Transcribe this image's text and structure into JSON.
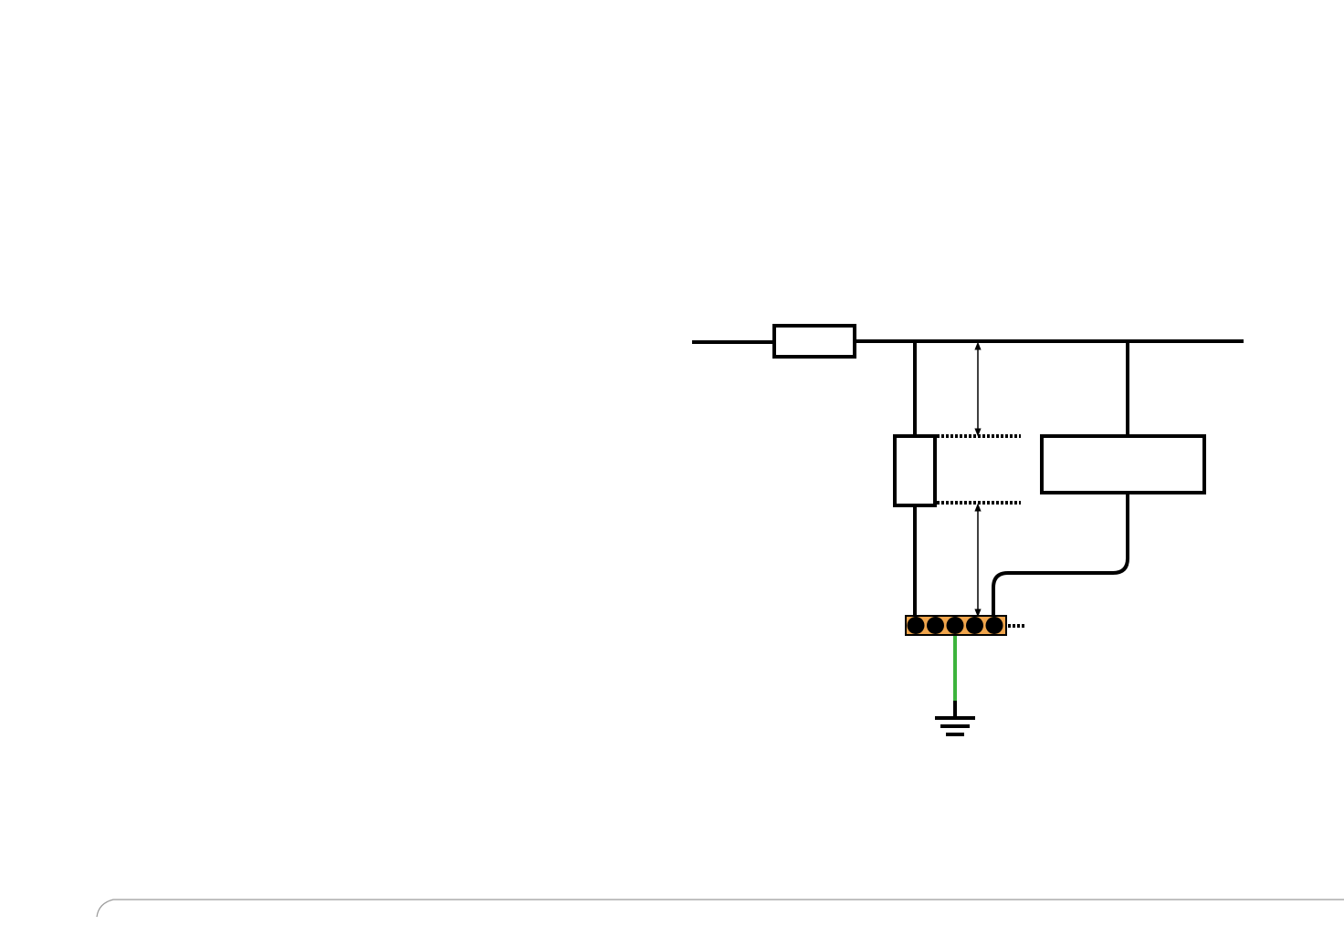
{
  "diagram": {
    "colors": {
      "line": "#000000",
      "terminal_bar": "#f0a54c",
      "terminal_dot": "#000000",
      "ground_conductor": "#3cb43c",
      "frame": "#9a9a9a",
      "background": "#ffffff"
    },
    "terminal_bar": {
      "terminal_count": 5
    },
    "elements": [
      "main-line",
      "series-resistor",
      "shunt-resistor",
      "load-box",
      "terminal-bar",
      "ground-symbol"
    ]
  }
}
